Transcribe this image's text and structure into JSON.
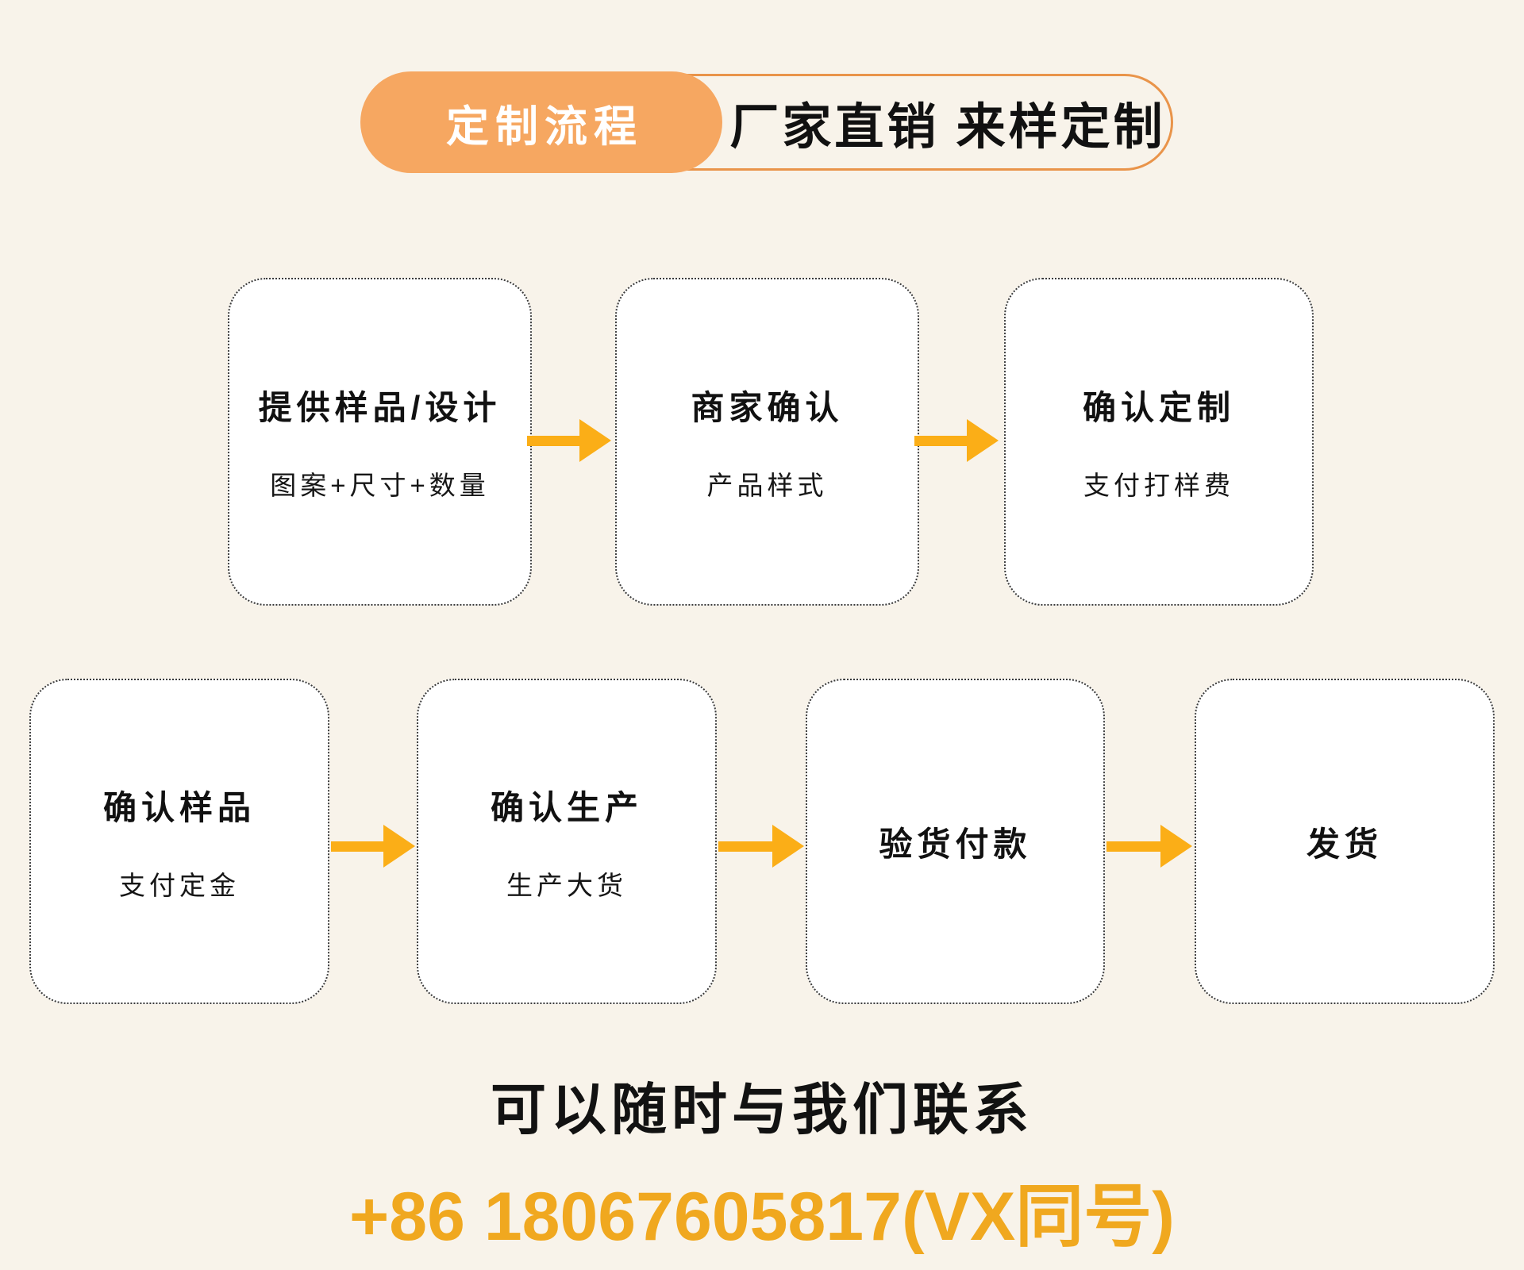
{
  "colors": {
    "background": "#f8f3ea",
    "pill_fill": "#f6a761",
    "pill_border": "#e9944a",
    "box_border": "#3a3a3a",
    "arrow": "#fbae17",
    "phone_text": "#f0a81f",
    "title_text": "#111111",
    "header_left_text": "#ffffff"
  },
  "header": {
    "left_label": "定制流程",
    "right_label": "厂家直销 来样定制"
  },
  "flow": {
    "rows": [
      [
        {
          "title": "提供样品/设计",
          "subtitle": "图案+尺寸+数量"
        },
        {
          "title": "商家确认",
          "subtitle": "产品样式"
        },
        {
          "title": "确认定制",
          "subtitle": "支付打样费"
        }
      ],
      [
        {
          "title": "确认样品",
          "subtitle": "支付定金"
        },
        {
          "title": "确认生产",
          "subtitle": "生产大货"
        },
        {
          "title": "验货付款",
          "subtitle": ""
        },
        {
          "title": "发货",
          "subtitle": ""
        }
      ]
    ]
  },
  "contact": {
    "line1": "可以随时与我们联系",
    "phone": "+86 18067605817(VX同号)"
  }
}
